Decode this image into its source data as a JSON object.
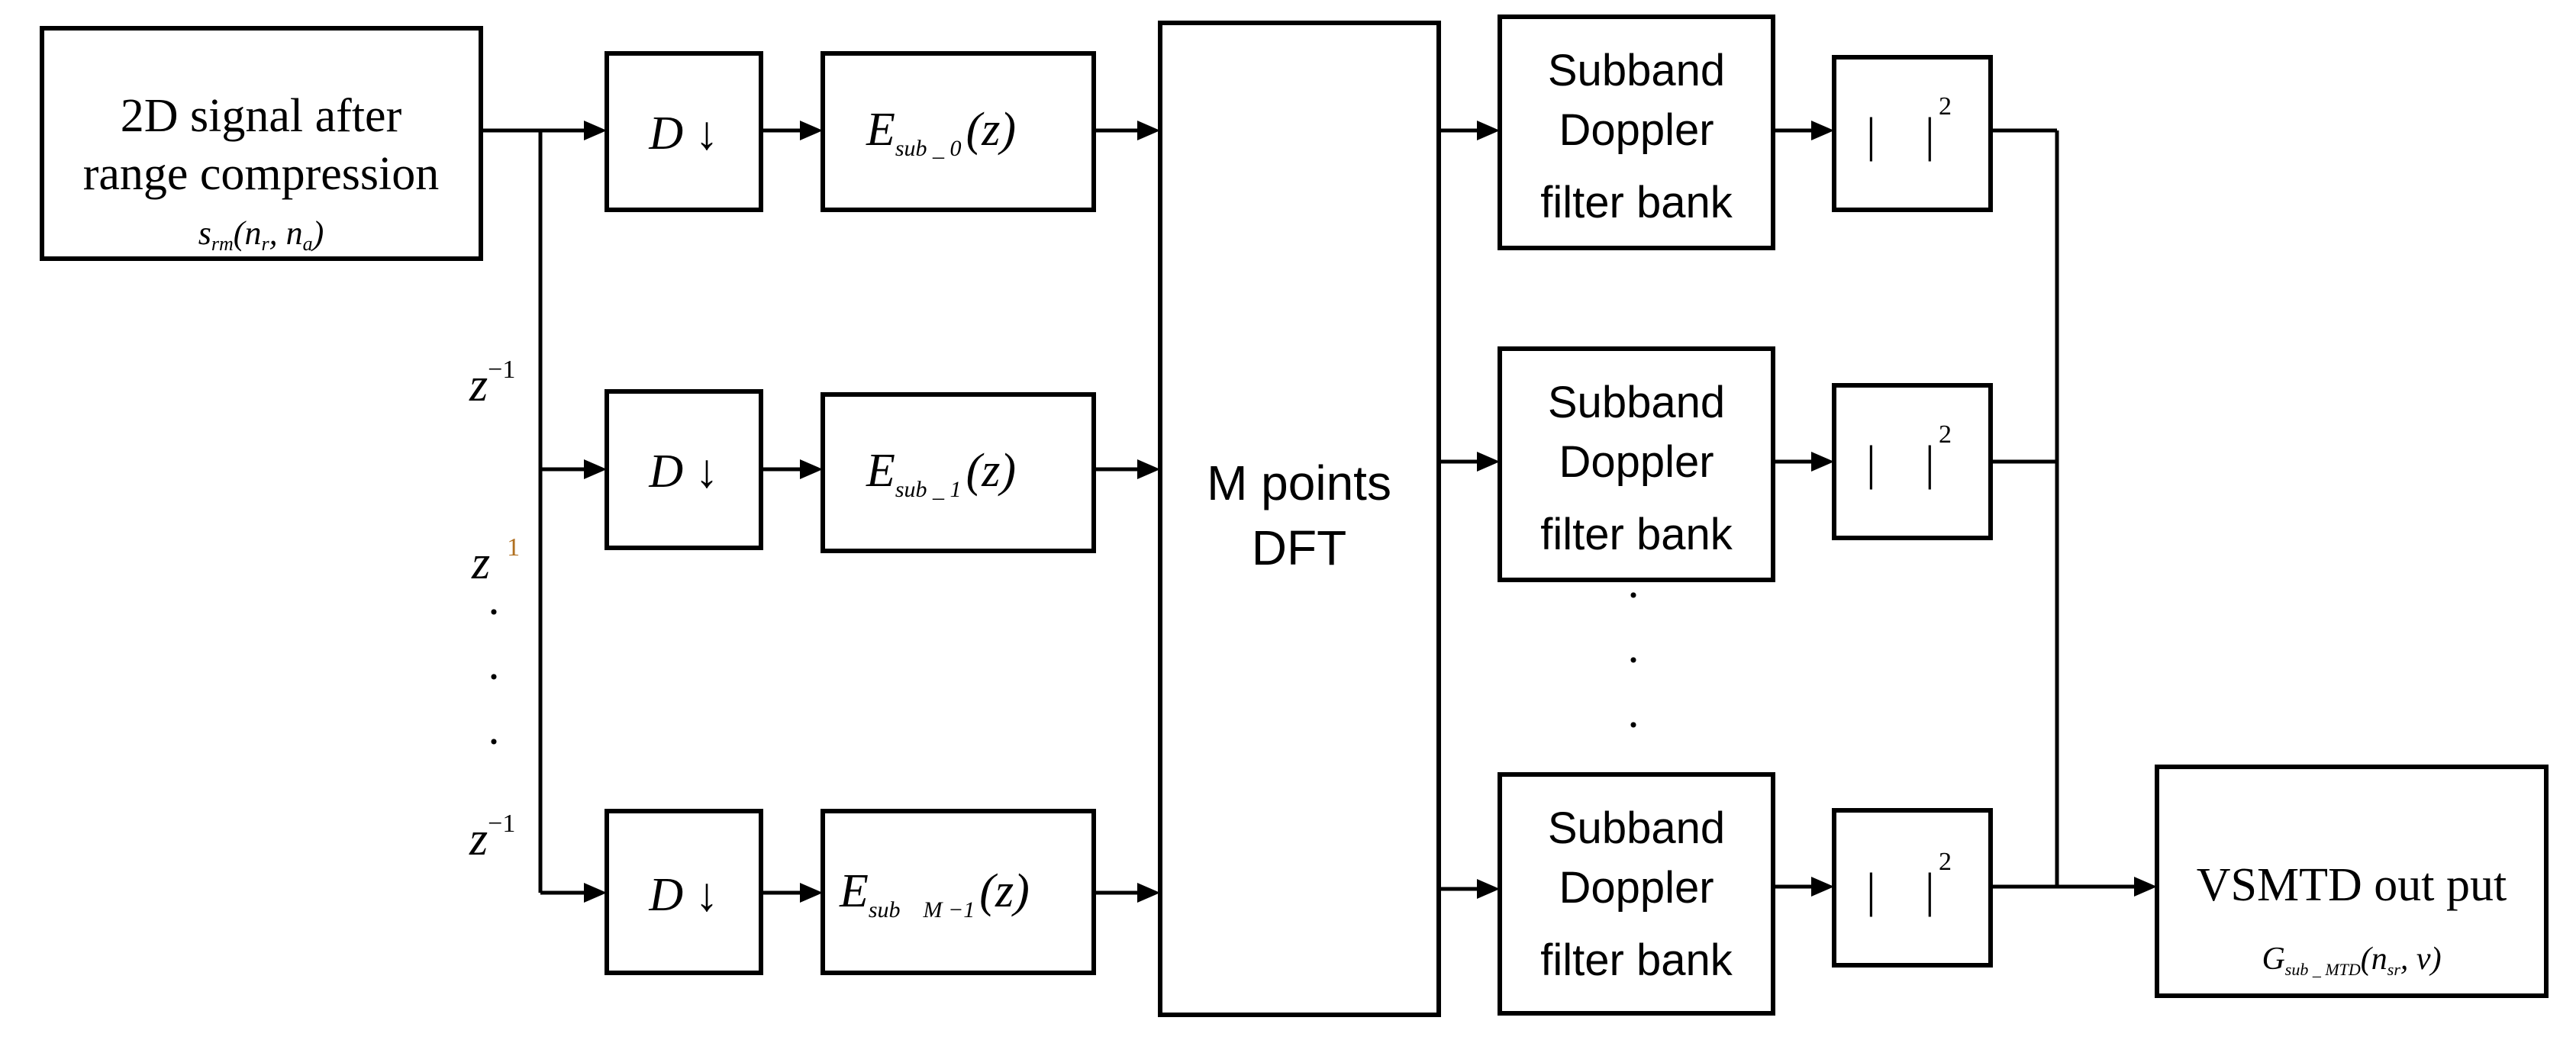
{
  "input": {
    "line1": "2D signal after",
    "line2": "range compression",
    "signal": "s",
    "signal_sub": "rm",
    "signal_args": "(n",
    "arg1_sub": "r",
    "arg_sep": ", n",
    "arg2_sub": "a",
    "arg_close": ")"
  },
  "delays": {
    "z": "z",
    "exp": "−1",
    "exp_faded": "1",
    "dots": [
      "·",
      "·",
      "·"
    ]
  },
  "downsample": {
    "label": "D ↓"
  },
  "filters": [
    {
      "base": "E",
      "sub": "sub _ 0",
      "arg": "(z)"
    },
    {
      "base": "E",
      "sub": "sub _ 1",
      "arg": "(z)"
    },
    {
      "base": "E",
      "sub": "sub    M −1",
      "arg": "(z)"
    }
  ],
  "dft": {
    "line1": "M points",
    "line2": "DFT"
  },
  "doppler": {
    "line1": "Subband",
    "line2": "Doppler",
    "line3": "filter bank",
    "dots": [
      "·",
      "·",
      "·"
    ]
  },
  "magnitude": {
    "bars": "|    |",
    "exp": "2"
  },
  "output": {
    "label": "VSMTD out put",
    "func": "G",
    "func_sub": "sub _ MTD",
    "args_open": "(n",
    "arg_sub": "sr",
    "args_close": ", v)"
  }
}
